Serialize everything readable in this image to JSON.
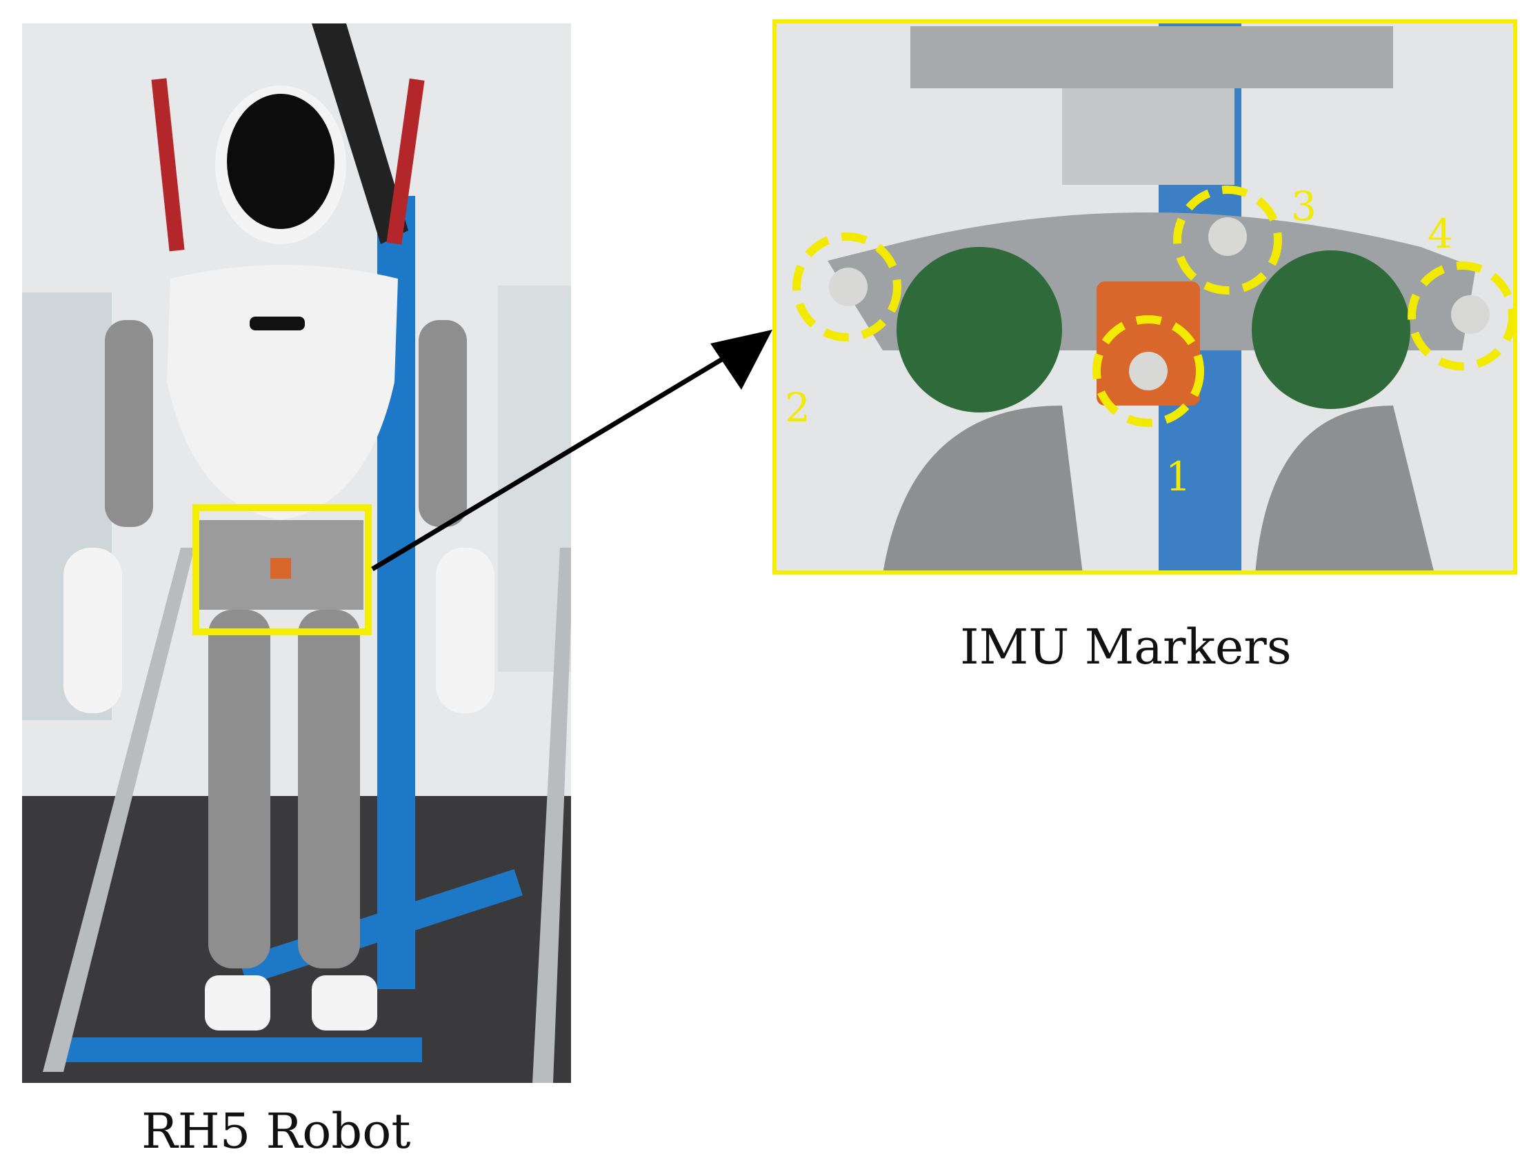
{
  "captions": {
    "left": "RH5 Robot",
    "right": "IMU Markers"
  },
  "markers": [
    {
      "label": "1"
    },
    {
      "label": "2"
    },
    {
      "label": "3"
    },
    {
      "label": "4"
    }
  ],
  "colors": {
    "highlight": "#f5ee00",
    "marker_ring": "#f2ea00",
    "arrow": "#000000",
    "frame_blue": "#1e78c8",
    "robot_white": "#f2f2f2",
    "robot_gray": "#8e8e8e",
    "orange_imu": "#d9662a",
    "pcb_green": "#2f6b3a"
  },
  "icons": {
    "arrow": "arrow-right-icon",
    "marker": "dashed-circle-icon"
  }
}
